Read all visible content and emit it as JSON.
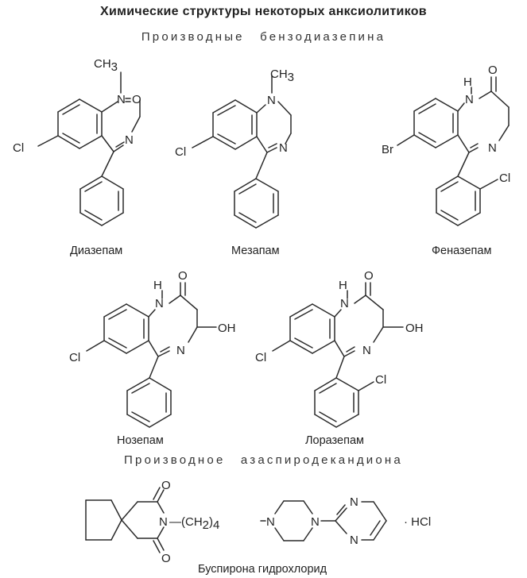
{
  "title": "Химические структуры некоторых анксиолитиков",
  "section1": "Производные бензодиазепина",
  "section2": "Производное азаспиродекандиона",
  "compounds": {
    "diazepam": "Диазепам",
    "mezapam": "Мезапам",
    "phenazepam": "Феназепам",
    "nozepam": "Нозепам",
    "lorazepam": "Лоразепам",
    "buspirone": "Буспирона гидрохлорид"
  },
  "atoms": {
    "ch3": "CH",
    "three": "3",
    "o": "O",
    "n": "N",
    "h": "H",
    "cl": "Cl",
    "br": "Br",
    "oh": "OH",
    "hcl": "· HCl",
    "chain": "—(CH",
    "chain2": "2",
    "chain_close": ")",
    "chain_n": "4"
  }
}
